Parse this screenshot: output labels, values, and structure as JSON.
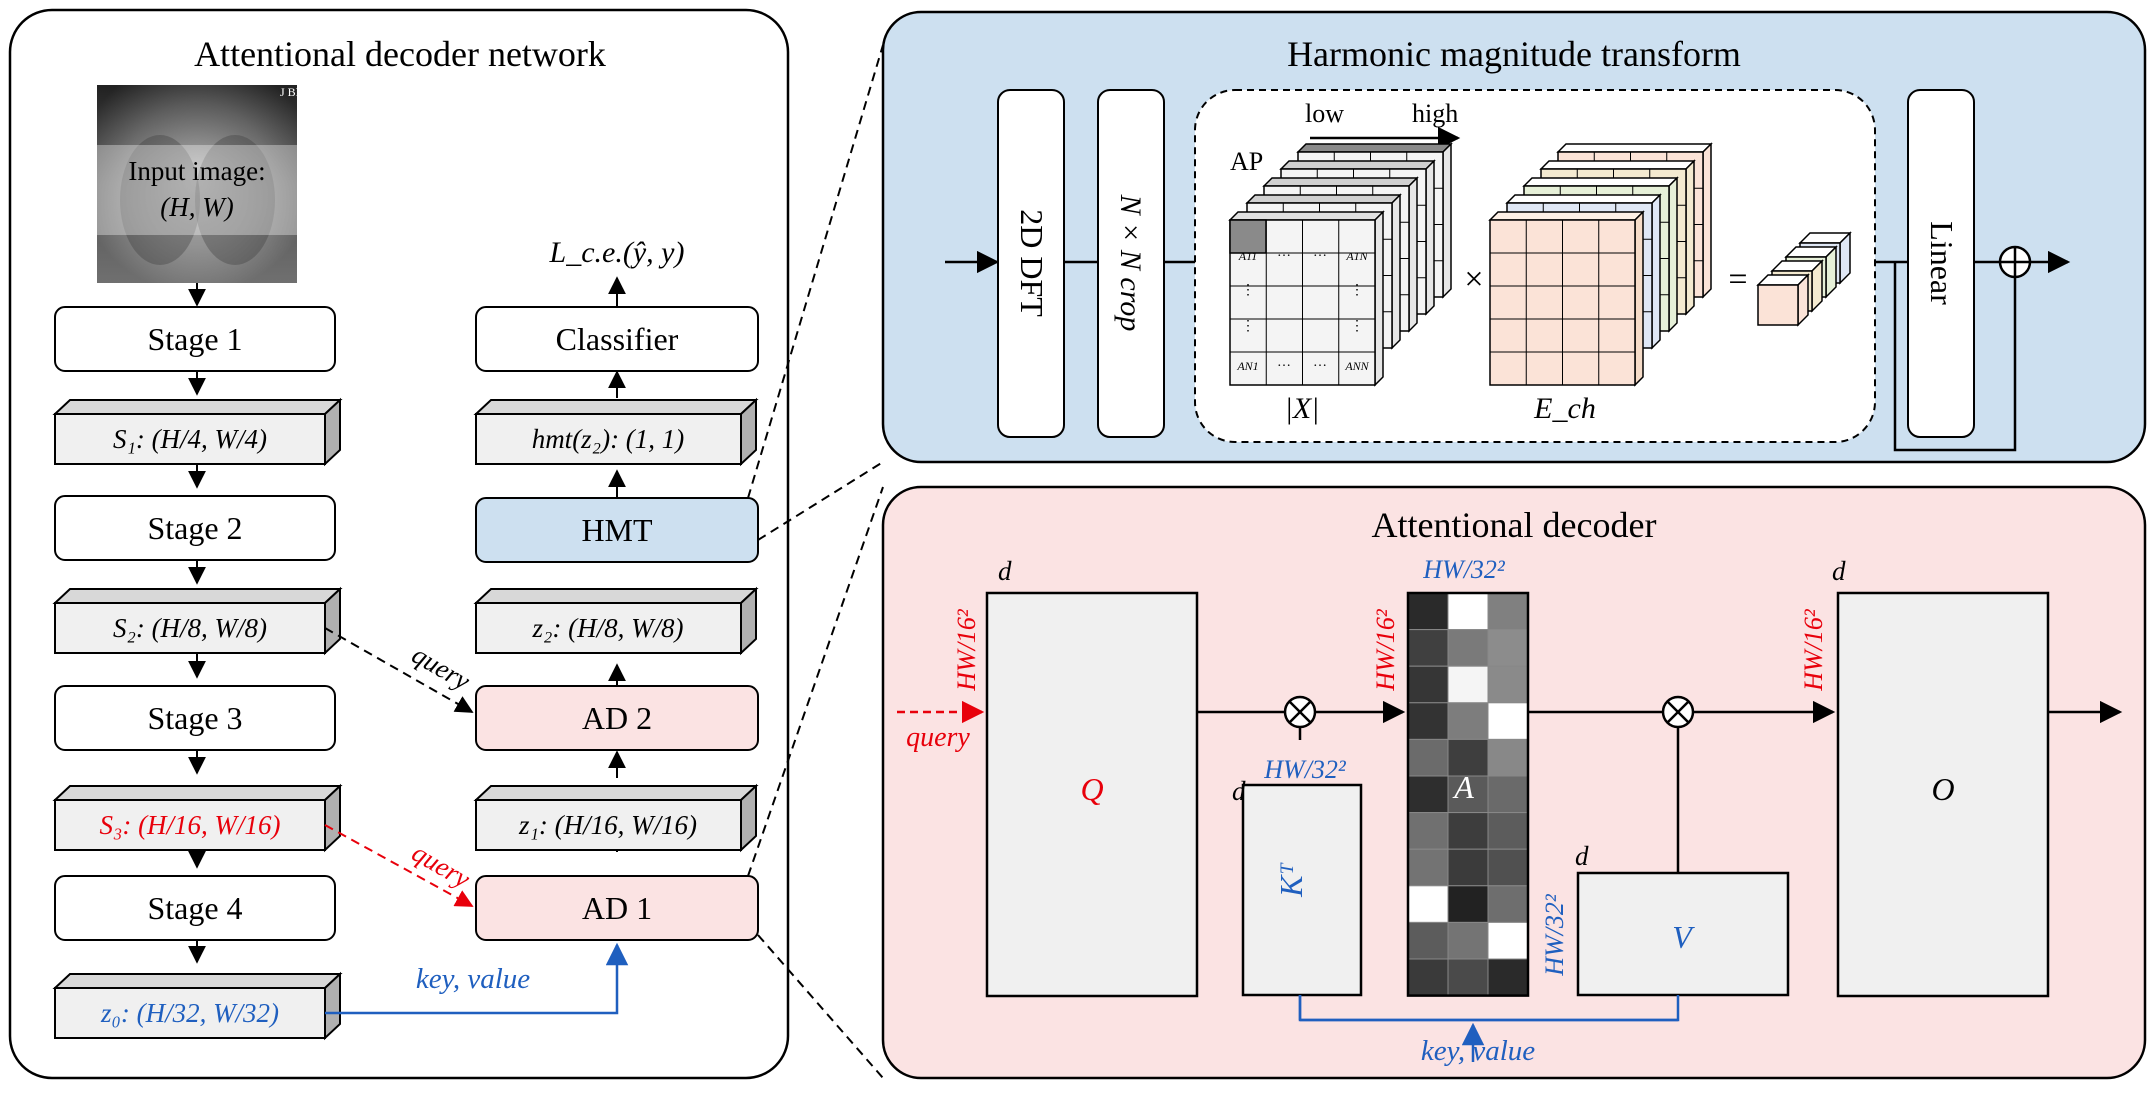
{
  "left_panel": {
    "title": "Attentional decoder network",
    "input_image": {
      "line1": "Input image:",
      "line2": "(H, W)",
      "corner_mark": "J BH"
    },
    "encoder_stages": [
      "Stage 1",
      "Stage 2",
      "Stage 3",
      "Stage 4"
    ],
    "features": {
      "s1": "S₁: (H/4, W/4)",
      "s2": "S₂: (H/8, W/8)",
      "s3": "S₃: (H/16, W/16)",
      "z0": "z₀: (H/32, W/32)",
      "z1": "z₁: (H/16, W/16)",
      "z2": "z₂: (H/8, W/8)",
      "hmt_out": "hmt(z₂): (1, 1)"
    },
    "decoder_blocks": {
      "ad1": "AD 1",
      "ad2": "AD 2",
      "hmt": "HMT",
      "classifier": "Classifier"
    },
    "loss": "L_c.e.(ŷ, y)",
    "arrow_labels": {
      "query_black": "query",
      "query_red": "query",
      "key_value": "key, value"
    }
  },
  "hmt_panel": {
    "title": "Harmonic magnitude transform",
    "blocks": {
      "dft": "2D DFT",
      "crop": "N × N crop",
      "linear": "Linear"
    },
    "labels": {
      "low": "low",
      "high": "high",
      "ap": "AP",
      "x_mag": "|X|",
      "e_ch": "E_ch",
      "times": "×",
      "equals": "="
    },
    "matrix_cells": {
      "a11": "A11",
      "a1n": "A1N",
      "an1": "AN1",
      "ann": "ANN",
      "dots_h": "…",
      "dots_v": "⋮"
    }
  },
  "ad_panel": {
    "title": "Attentional decoder",
    "matrices": {
      "q": "Q",
      "k": "Kᵀ",
      "a": "A",
      "v": "V",
      "o": "O"
    },
    "dims": {
      "d": "d",
      "hw16": "HW/16²",
      "hw32": "HW/32²"
    },
    "arrow_labels": {
      "query": "query",
      "key_value": "key, value"
    }
  },
  "colors": {
    "red": "#e8000b",
    "blue": "#1f5fbf",
    "hmt_bg": "#cde0f0",
    "ad_bg": "#fbe3e3",
    "ad_block": "#fbe3e3",
    "hmt_block": "#cde0f0"
  }
}
